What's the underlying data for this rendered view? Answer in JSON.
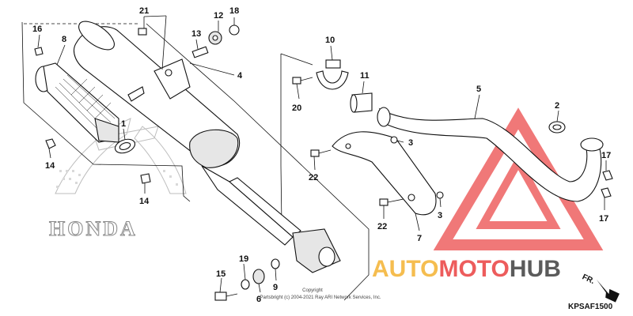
{
  "diagram": {
    "callouts": [
      "21",
      "12",
      "18",
      "16",
      "8",
      "13",
      "4",
      "10",
      "11",
      "20",
      "5",
      "2",
      "1",
      "14",
      "14",
      "3",
      "22",
      "17",
      "22",
      "3",
      "7",
      "17",
      "19",
      "15",
      "6",
      "9"
    ],
    "copyright_line1": "Copyright",
    "copyright_line2": "Partsbright (c) 2004-2021 Ray ARI Network Services, Inc.",
    "diagram_code": "KPSAF1500",
    "direction_label": "FR.",
    "brand_logo_text": "HONDA"
  },
  "watermark": {
    "text_a": "AUTO",
    "text_b": "MOTO",
    "text_c": "HUB",
    "colors": {
      "orange": "#f5b63c",
      "red": "#ec4b4b",
      "grey": "#4a4a4a"
    }
  }
}
